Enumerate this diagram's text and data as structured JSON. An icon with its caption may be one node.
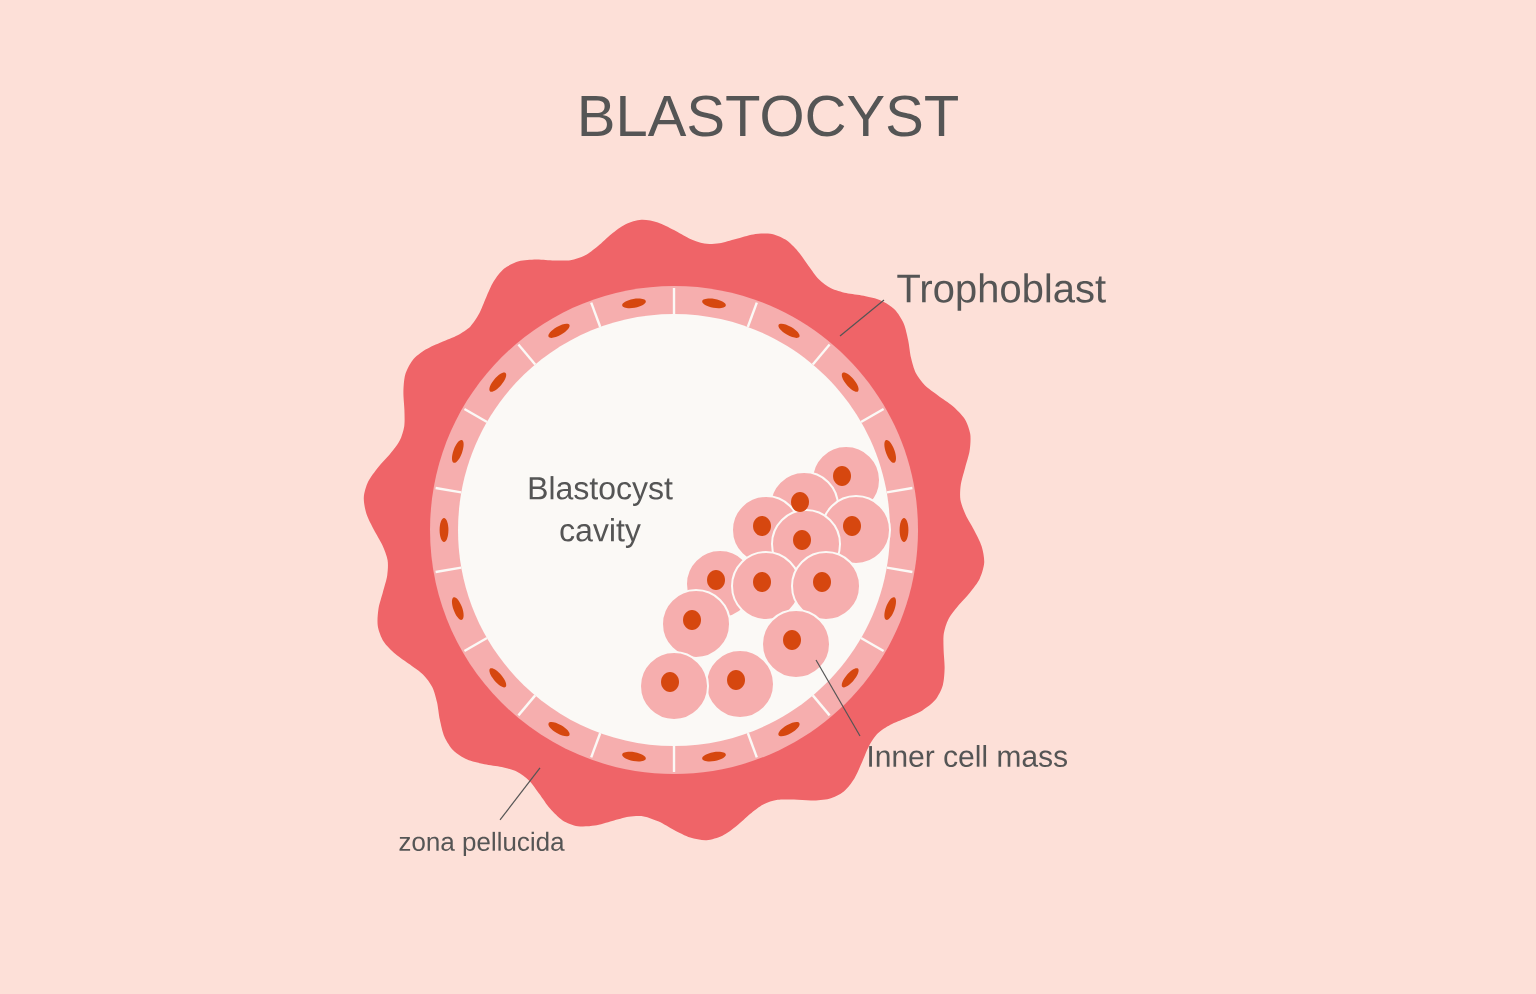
{
  "diagram": {
    "title": "BLASTOCYST",
    "nodes": [
      {
        "text": [
          "Trophoblast"
        ]
      },
      {
        "text": [
          "Inner cell mass"
        ]
      },
      {
        "text": [
          "zona pellucida"
        ]
      }
    ],
    "edges": [
      {
        "from": 0,
        "to": null,
        "arrow": "none"
      },
      {
        "from": 1,
        "to": null,
        "arrow": "none"
      },
      {
        "from": 2,
        "to": null,
        "arrow": "none"
      }
    ],
    "labels": [
      "Blastocyst cavity"
    ]
  }
}
